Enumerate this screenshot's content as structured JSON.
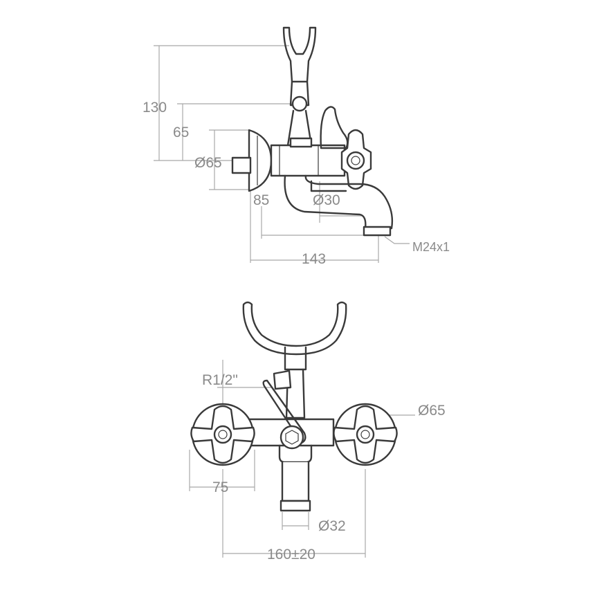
{
  "side_view": {
    "dim_height_total": "130",
    "dim_height_spout": "65",
    "dim_flange_diameter": "Ø65",
    "dim_spout_reach": "85",
    "dim_spout_diameter": "Ø30",
    "dim_outlet_thread": "M24x1",
    "dim_depth_total": "143"
  },
  "front_view": {
    "dim_inlet_thread": "R1/2\"",
    "dim_handle_diameter": "Ø65",
    "dim_handle_offset": "75",
    "dim_outlet_diameter": "Ø32",
    "dim_center_distance": "160±20"
  },
  "colors": {
    "outline": "#3a3a3a",
    "dimension_lines": "#a8a8a8",
    "dimension_text": "#8a8a8a",
    "background": "#ffffff"
  }
}
